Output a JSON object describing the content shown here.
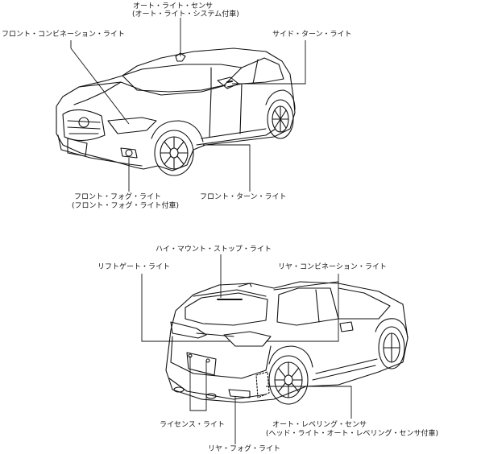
{
  "labels": {
    "auto_light_sensor": "オート・ライト・センサ",
    "auto_light_sensor_note": "(オート・ライト・システム付車)",
    "front_combination_light": "フロント・コンビネーション・ライト",
    "side_turn_light": "サイド・ターン・ライト",
    "front_fog_light": "フロント・フォグ・ライト",
    "front_fog_light_note": "(フロント・フォグ・ライト付車)",
    "front_turn_light": "フロント・ターン・ライト",
    "high_mount_stop_light": "ハイ・マウント・ストップ・ライト",
    "liftgate_light": "リフトゲート・ライト",
    "rear_combination_light": "リヤ・コンビネーション・ライト",
    "license_light": "ライセンス・ライト",
    "auto_leveling_sensor": "オート・レベリング・センサ",
    "auto_leveling_sensor_note": "(ヘッド・ライト・オート・レベリング・センサ付車)",
    "rear_fog_light": "リヤ・フォグ・ライト"
  },
  "colors": {
    "ink": "#111111",
    "background": "#ffffff"
  }
}
